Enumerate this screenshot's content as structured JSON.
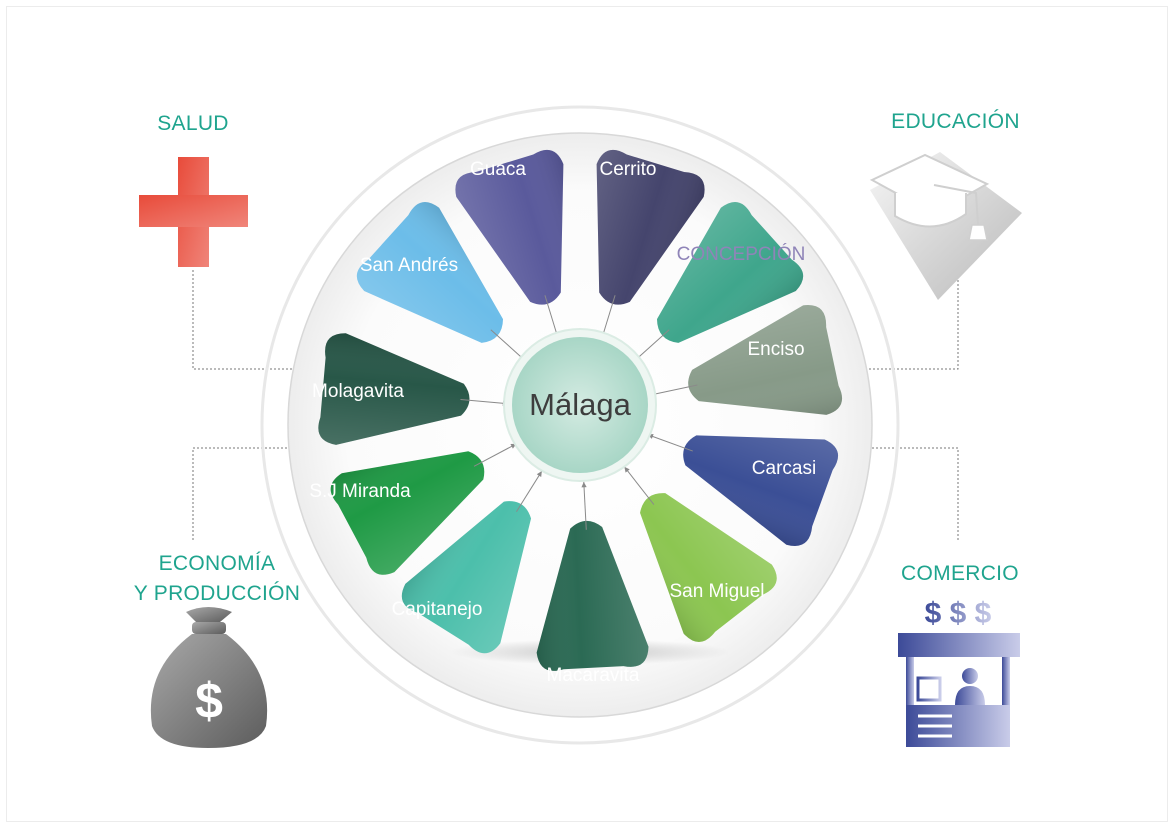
{
  "hub": {
    "label": "Málaga"
  },
  "petals": [
    {
      "label": "Guaca",
      "color": "#5a5a9c"
    },
    {
      "label": "Cerrito",
      "color": "#45456d"
    },
    {
      "label": "CONCEPCIÓN",
      "color": "#3fa68c"
    },
    {
      "label": "Enciso",
      "color": "#879a88"
    },
    {
      "label": "Carcasi",
      "color": "#3b4f96"
    },
    {
      "label": "San Miguel",
      "color": "#8cc651"
    },
    {
      "label": "Macaravita",
      "color": "#2b6a54"
    },
    {
      "label": "Capitanejo",
      "color": "#4cbfab"
    },
    {
      "label": "S.J Miranda",
      "color": "#1f9a45"
    },
    {
      "label": "Molagavita",
      "color": "#285748"
    },
    {
      "label": "San Andrés",
      "color": "#6cbde9"
    }
  ],
  "categories": {
    "salud": {
      "label": "SALUD",
      "icon": "red-cross-icon",
      "color": "#e84b3a"
    },
    "educacion": {
      "label": "EDUCACIÓN",
      "icon": "graduation-cap-icon"
    },
    "economia": {
      "line1": "ECONOMÍA",
      "line2": "Y PRODUCCIÓN",
      "icon": "money-bag-icon"
    },
    "comercio": {
      "label": "COMERCIO",
      "icon": "market-stall-icon",
      "symbols": "$ $ $"
    }
  },
  "accent_color": "#1fa48e"
}
